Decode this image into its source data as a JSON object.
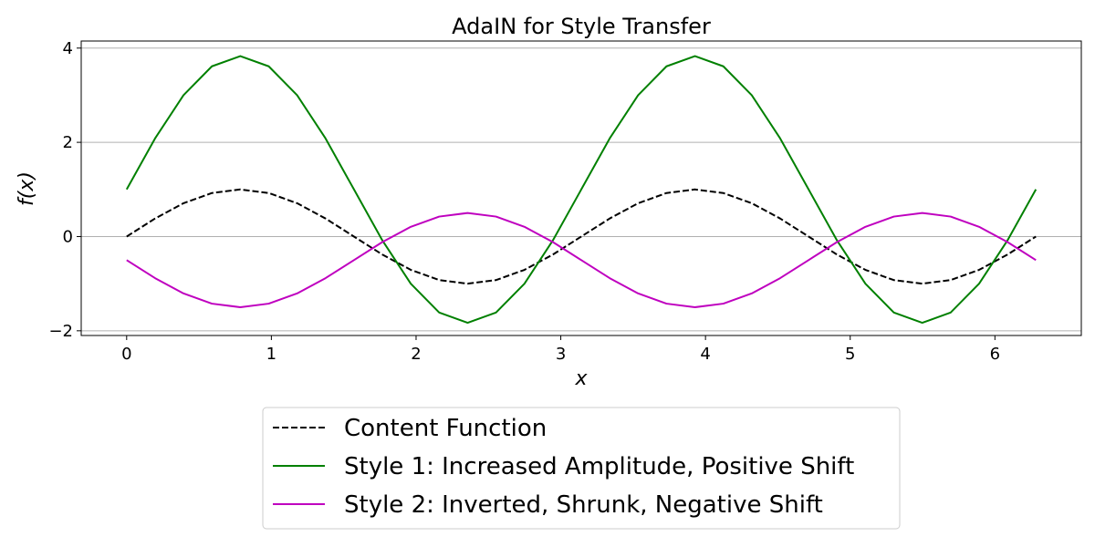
{
  "chart_data": {
    "type": "line",
    "title": "AdaIN for Style Transfer",
    "xlabel": "x",
    "ylabel": "f(x)",
    "xlim": [
      -0.314,
      6.597
    ],
    "ylim": [
      -2.1,
      4.15
    ],
    "xticks": [
      0,
      1,
      2,
      3,
      4,
      5,
      6
    ],
    "yticks": [
      -2,
      0,
      2,
      4
    ],
    "ytick_labels": [
      "−2",
      "0",
      "2",
      "4"
    ],
    "grid": "y-major",
    "legend_position": "bottom-center",
    "x": [
      0,
      0.1963,
      0.3927,
      0.589,
      0.7854,
      0.9817,
      1.1781,
      1.3744,
      1.5708,
      1.7671,
      1.9635,
      2.1598,
      2.3562,
      2.5525,
      2.7489,
      2.9452,
      3.1416,
      3.3379,
      3.5343,
      3.7306,
      3.927,
      4.1233,
      4.3197,
      4.516,
      4.7124,
      4.9087,
      5.1051,
      5.3014,
      5.4978,
      5.6941,
      5.8905,
      6.0868,
      6.2832
    ],
    "series": [
      {
        "name": "Content Function",
        "color": "#000000",
        "dash": "dashed",
        "values": [
          0,
          0.3827,
          0.7071,
          0.9239,
          1,
          0.9239,
          0.7071,
          0.3827,
          0,
          -0.3827,
          -0.7071,
          -0.9239,
          -1,
          -0.9239,
          -0.7071,
          -0.3827,
          0,
          0.3827,
          0.7071,
          0.9239,
          1,
          0.9239,
          0.7071,
          0.3827,
          0,
          -0.3827,
          -0.7071,
          -0.9239,
          -1,
          -0.9239,
          -0.7071,
          -0.3827,
          0
        ]
      },
      {
        "name": "Style 1: Increased Amplitude, Positive Shift",
        "color": "#008000",
        "dash": "solid",
        "values": [
          1,
          2.0824,
          3,
          3.6131,
          3.83,
          3.6131,
          3,
          2.0824,
          1,
          -0.0824,
          -1,
          -1.6131,
          -1.83,
          -1.6131,
          -1,
          -0.0824,
          1,
          2.0824,
          3,
          3.6131,
          3.83,
          3.6131,
          3,
          2.0824,
          1,
          -0.0824,
          -1,
          -1.6131,
          -1.83,
          -1.6131,
          -1,
          -0.0824,
          1
        ]
      },
      {
        "name": "Style 2: Inverted, Shrunk, Negative Shift",
        "color": "#bf00bf",
        "dash": "solid",
        "values": [
          -0.5,
          -0.8827,
          -1.2071,
          -1.4239,
          -1.5,
          -1.4239,
          -1.2071,
          -0.8827,
          -0.5,
          -0.1173,
          0.2071,
          0.4239,
          0.5,
          0.4239,
          0.2071,
          -0.1173,
          -0.5,
          -0.8827,
          -1.2071,
          -1.4239,
          -1.5,
          -1.4239,
          -1.2071,
          -0.8827,
          -0.5,
          -0.1173,
          0.2071,
          0.4239,
          0.5,
          0.4239,
          0.2071,
          -0.1173,
          -0.5
        ]
      }
    ]
  }
}
